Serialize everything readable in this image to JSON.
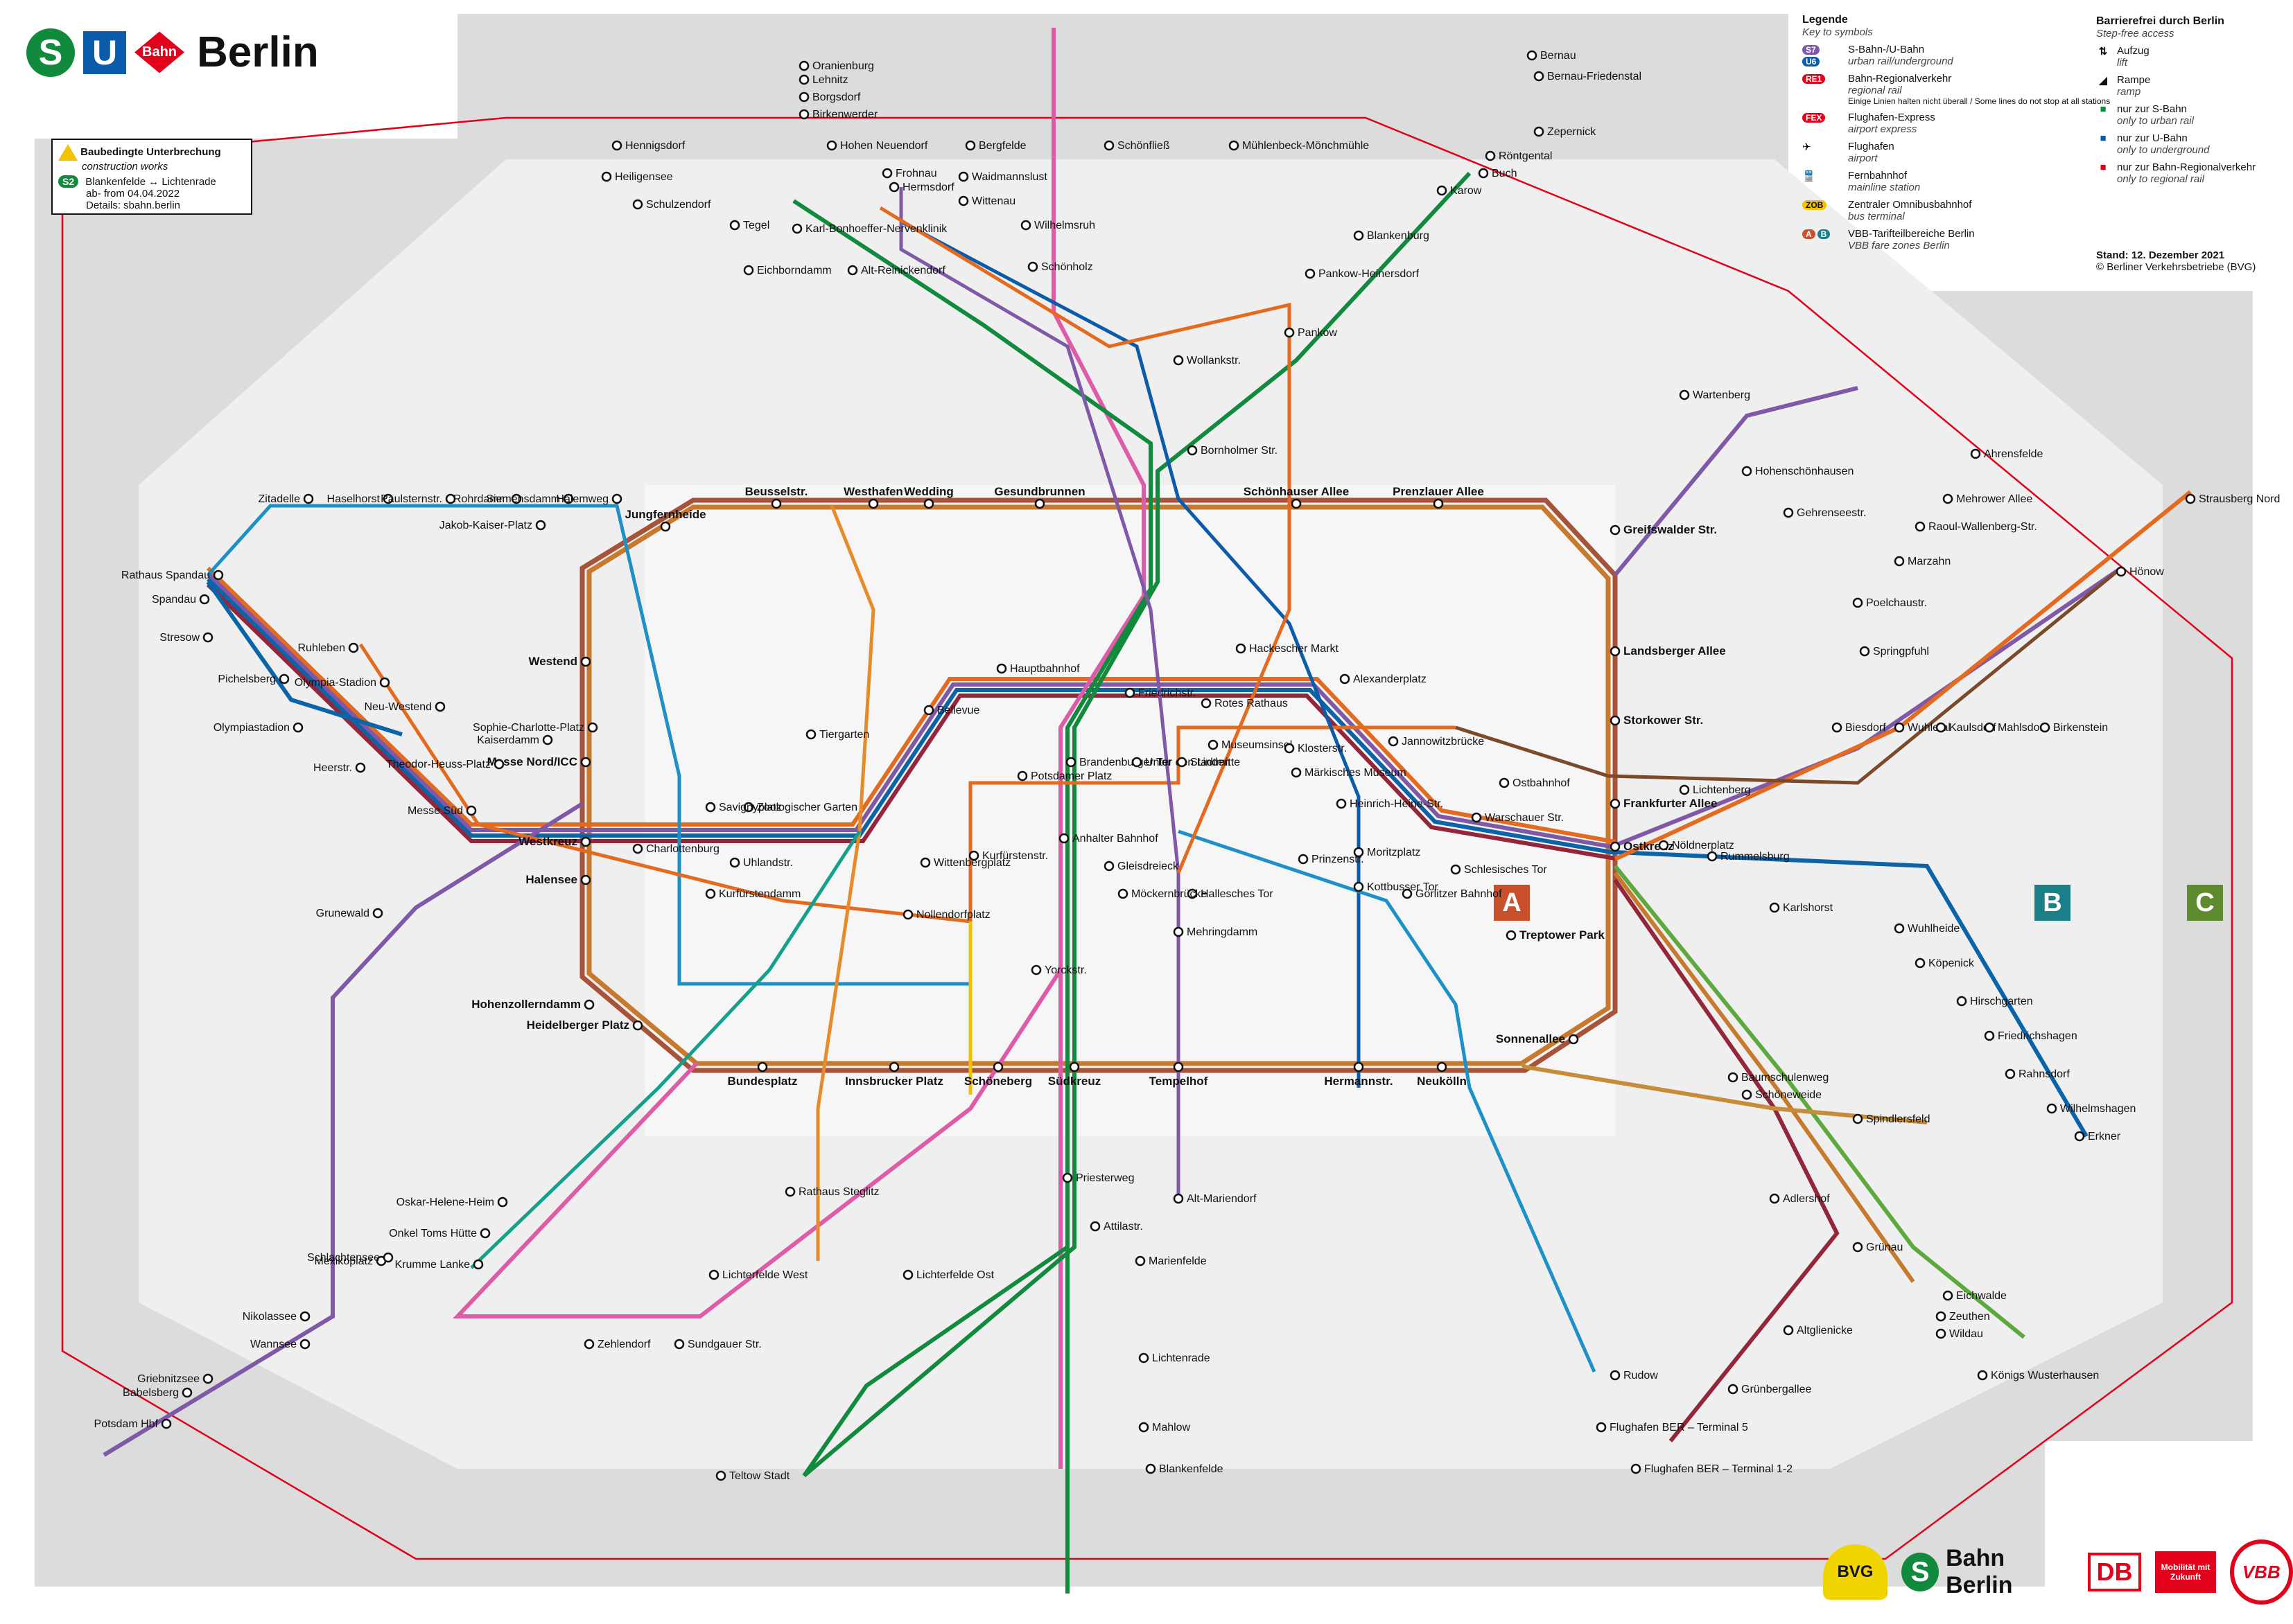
{
  "header": {
    "title": "Berlin",
    "logo_s": "S",
    "logo_u": "U",
    "logo_bahn": "Bahn"
  },
  "notice": {
    "title": "Baubedingte Unterbrechung",
    "subtitle": "construction works",
    "line": "S2",
    "route": "Blankenfelde ↔ Lichtenrade",
    "date": "ab- from 04.04.2022",
    "details": "Details: sbahn.berlin"
  },
  "legend": {
    "title": "Legende",
    "subtitle": "Key to symbols",
    "items": [
      {
        "label": "S-Bahn-/U-Bahn",
        "sub": "urban rail/underground"
      },
      {
        "label": "Bahn-Regionalverkehr",
        "sub": "regional rail",
        "note": "Einige Linien halten nicht überall / Some lines do not stop at all stations"
      },
      {
        "label": "Flughafen-Express",
        "sub": "airport express"
      },
      {
        "label": "Flughafen",
        "sub": "airport"
      },
      {
        "label": "Fernbahnhof",
        "sub": "mainline station"
      },
      {
        "label": "Zentraler Omnibusbahnhof",
        "sub": "bus terminal"
      },
      {
        "label": "VBB-Tarifteilbereiche Berlin",
        "sub": "VBB fare zones Berlin"
      }
    ]
  },
  "barrierefree": {
    "title": "Barrierefrei durch Berlin",
    "subtitle": "Step-free access",
    "items": [
      {
        "icon": "lift-icon",
        "label": "Aufzug",
        "sub": "lift"
      },
      {
        "icon": "ramp-icon",
        "label": "Rampe",
        "sub": "ramp"
      },
      {
        "icon": "sbahn-only-icon",
        "label": "nur zur S-Bahn",
        "sub": "only to urban rail"
      },
      {
        "icon": "ubahn-only-icon",
        "label": "nur zur U-Bahn",
        "sub": "only to underground"
      },
      {
        "icon": "regional-only-icon",
        "label": "nur zur Bahn-Regionalverkehr",
        "sub": "only to regional rail"
      }
    ]
  },
  "stand": {
    "date": "Stand: 12. Dezember 2021",
    "copyright": "© Berliner Verkehrsbetriebe (BVG)"
  },
  "zones": [
    {
      "label": "A",
      "color": "#c8502a"
    },
    {
      "label": "B",
      "color": "#1a7f86"
    },
    {
      "label": "C",
      "color": "#5e8b2e"
    }
  ],
  "colors": {
    "ring_bg": "#dcdcdc",
    "inner_bg": "#efefef",
    "regional": "#e2001a",
    "S1": "#de5ba8",
    "S2": "#128a3e",
    "S25": "#128a3e",
    "S3": "#0b63a8",
    "S41": "#a6533a",
    "S42": "#c77a2e",
    "S45": "#d6a34a",
    "S46": "#c58c3a",
    "S47": "#c58c3a",
    "S5": "#e36a1e",
    "S7": "#7f59a8",
    "S75": "#7f59a8",
    "S8": "#5da83f",
    "S85": "#5da83f",
    "S9": "#94263b",
    "U": "#0b5bab"
  },
  "ring_stations": [
    "Gesundbrunnen",
    "Schönhauser Allee",
    "Prenzlauer Allee",
    "Greifswalder Str.",
    "Landsberger Allee",
    "Storkower Str.",
    "Frankfurter Allee",
    "Ostkreuz",
    "Treptower Park",
    "Sonnenallee",
    "Neukölln",
    "Hermannstr.",
    "Tempelhof",
    "Südkreuz",
    "Schöneberg",
    "Innsbrucker Platz",
    "Bundesplatz",
    "Heidelberger Platz",
    "Hohenzollerndamm",
    "Halensee",
    "Westkreuz",
    "Messe Nord/ICC",
    "Westend",
    "Jungfernheide",
    "Beusselstr.",
    "Westhafen",
    "Wedding"
  ],
  "stations": {
    "north": [
      "Oranienburg",
      "Lehnitz",
      "Borgsdorf",
      "Birkenwerder",
      "Hohen Neuendorf",
      "Frohnau",
      "Hermsdorf",
      "Waidmannslust",
      "Wittenau",
      "Wilhelmsruh",
      "Schönholz",
      "Bergfelde",
      "Schönfließ",
      "Mühlenbeck-Mönchmühle",
      "Blankenburg",
      "Pankow-Heinersdorf",
      "Pankow",
      "Wollankstr.",
      "Bornholmer Str.",
      "Bernau",
      "Bernau-Friedenstal",
      "Zepernick",
      "Röntgental",
      "Buch",
      "Karow",
      "Hennigsdorf",
      "Heiligensee",
      "Schulzendorf",
      "Tegel",
      "Eichborndamm",
      "Karl-Bonhoeffer-Nervenklinik",
      "Alt-Reinickendorf"
    ],
    "center": [
      "Hauptbahnhof",
      "Friedrichstr.",
      "Alexanderplatz",
      "Jannowitzbrücke",
      "Ostbahnhof",
      "Warschauer Str.",
      "Hackescher Markt",
      "Bellevue",
      "Tiergarten",
      "Zoologischer Garten",
      "Savignyplatz",
      "Charlottenburg",
      "Potsdamer Platz",
      "Anhalter Bahnhof",
      "Yorckstr.",
      "Nollendorfplatz",
      "Brandenburger Tor",
      "Unter den Linden",
      "Stadtmitte",
      "Gleisdreieck",
      "Kurfürstenstr.",
      "Wittenbergplatz",
      "Uhlandstr.",
      "Kurfürstendamm",
      "Rotes Rathaus",
      "Museumsinsel",
      "Klosterstr.",
      "Märkisches Museum",
      "Heinrich-Heine-Str.",
      "Moritzplatz",
      "Kottbusser Tor",
      "Görlitzer Bahnhof",
      "Schlesisches Tor",
      "Prinzenstr.",
      "Hallesches Tor",
      "Möckernbrücke",
      "Mehringdamm"
    ],
    "west": [
      "Spandau",
      "Stresow",
      "Pichelsberg",
      "Olympiastadion",
      "Heerstr.",
      "Messe Süd",
      "Rathaus Spandau",
      "Zitadelle",
      "Haselhorst",
      "Paulsternstr.",
      "Rohrdamm",
      "Siemensdamm",
      "Halemweg",
      "Jakob-Kaiser-Platz",
      "Ruhleben",
      "Olympia-Stadion",
      "Neu-Westend",
      "Theodor-Heuss-Platz",
      "Kaiserdamm",
      "Sophie-Charlotte-Platz",
      "Grunewald",
      "Nikolassee",
      "Wannsee",
      "Griebnitzsee",
      "Babelsberg",
      "Potsdam Hbf",
      "Mexikoplatz",
      "Schlachtensee",
      "Krumme Lanke",
      "Onkel Toms Hütte",
      "Oskar-Helene-Heim"
    ],
    "east": [
      "Wartenberg",
      "Hohenschönhausen",
      "Gehrenseestr.",
      "Springpfuhl",
      "Poelchaustr.",
      "Marzahn",
      "Raoul-Wallenberg-Str.",
      "Mehrower Allee",
      "Ahrensfelde",
      "Strausberg Nord",
      "Hönow",
      "Lichtenberg",
      "Nöldnerplatz",
      "Rummelsburg",
      "Karlshorst",
      "Wuhlheide",
      "Köpenick",
      "Hirschgarten",
      "Friedrichshagen",
      "Rahnsdorf",
      "Wilhelmshagen",
      "Erkner",
      "Biesdorf",
      "Wuhletal",
      "Kaulsdorf",
      "Mahlsdorf",
      "Birkenstein"
    ],
    "south": [
      "Schöneweide",
      "Baumschulenweg",
      "Spindlersfeld",
      "Adlershof",
      "Grünau",
      "Eichwalde",
      "Zeuthen",
      "Wildau",
      "Königs Wusterhausen",
      "Altglienicke",
      "Grünbergallee",
      "Flughafen BER – Terminal 5",
      "Flughafen BER – Terminal 1-2",
      "Rudow",
      "Teltow Stadt",
      "Blankenfelde",
      "Lichtenrade",
      "Mahlow",
      "Marienfelde",
      "Priesterweg",
      "Attilastr.",
      "Rathaus Steglitz",
      "Alt-Mariendorf",
      "Lichterfelde Ost",
      "Lichterfelde West",
      "Zehlendorf",
      "Sundgauer Str."
    ]
  },
  "footer": {
    "bvg": "BVG",
    "sbahn": "Bahn Berlin",
    "db": "DB",
    "mz": "Mobilität mit Zukunft",
    "vbb": "VBB"
  }
}
